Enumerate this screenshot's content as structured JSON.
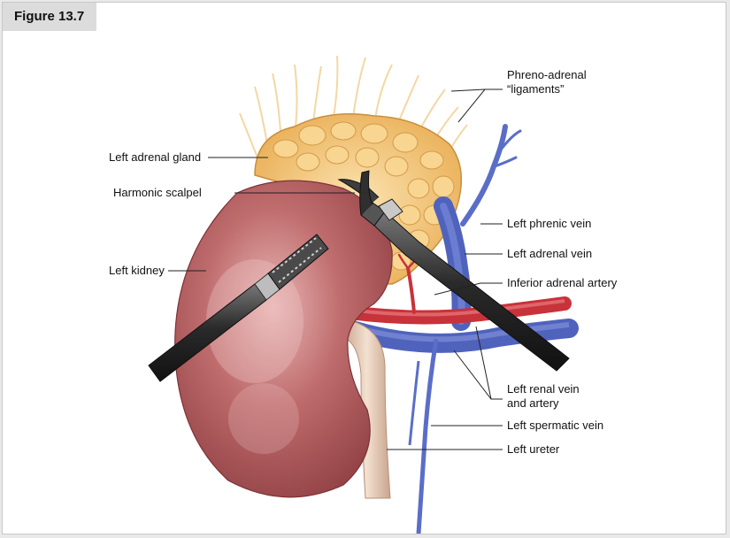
{
  "figure_label": "Figure 13.7",
  "labels": {
    "phreno_adrenal_1": "Phreno-adrenal",
    "phreno_adrenal_2": "“ligaments”",
    "left_adrenal_gland": "Left adrenal gland",
    "harmonic_scalpel": "Harmonic scalpel",
    "left_kidney": "Left kidney",
    "left_phrenic_vein": "Left phrenic vein",
    "left_adrenal_vein": "Left adrenal vein",
    "inferior_adrenal_artery": "Inferior adrenal artery",
    "left_renal_vein_1": "Left renal vein",
    "left_renal_vein_2": "and artery",
    "left_spermatic_vein": "Left spermatic vein",
    "left_ureter": "Left ureter"
  },
  "colors": {
    "kidney": "#b05a5c",
    "adrenal_fat": "#f5c97c",
    "vein": "#5a6ec8",
    "artery": "#c8323a",
    "ureter": "#e6cdb6",
    "instrument": "#3a3a3a"
  }
}
